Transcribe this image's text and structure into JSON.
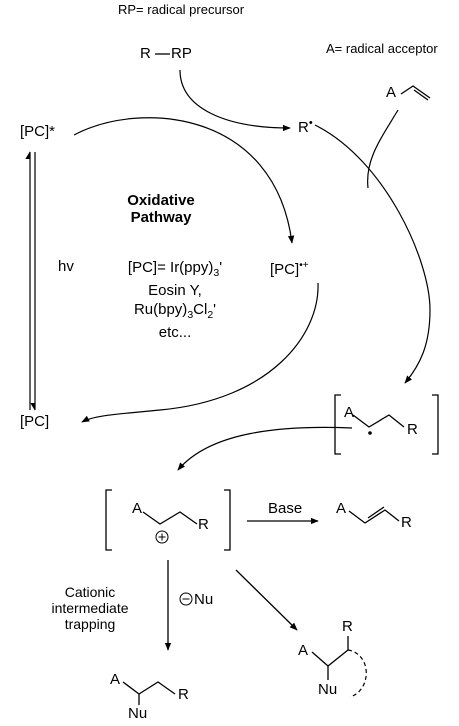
{
  "header": {
    "rp_definition": "RP= radical precursor",
    "a_definition": "A= radical acceptor"
  },
  "species": {
    "substrate": "R–RP",
    "acceptor_A": "A",
    "radical_R": "R",
    "pc_excited": "[PC]*",
    "pc_ground": "[PC]",
    "pc_oxidized": "[PC]",
    "pc_oxidized_charge": "•+",
    "radical_dot": "•"
  },
  "cycle": {
    "title_line1": "Oxidative",
    "title_line2": "Pathway",
    "hv": "hv",
    "catalysts_line1": "[PC]= Ir(ppy)",
    "catalysts_line1_sub": "3",
    "catalysts_line1_tail": "'",
    "catalysts_line2": "Eosin Y,",
    "catalysts_line3": "Ru(bpy)",
    "catalysts_line3_sub1": "3",
    "catalysts_line3_mid": "Cl",
    "catalysts_line3_sub2": "2",
    "catalysts_line3_tail": "'",
    "catalysts_line4": "etc..."
  },
  "radical_adduct": {
    "A": "A",
    "R": "R"
  },
  "cation": {
    "A": "A",
    "R": "R",
    "charge": "+"
  },
  "elimination": {
    "base_label": "Base",
    "A": "A",
    "R": "R"
  },
  "trapping": {
    "label_line1": "Cationic",
    "label_line2": "intermediate",
    "label_line3": "trapping",
    "nucleophile": "Nu",
    "nucleophile_charge": "−"
  },
  "product_trap": {
    "A": "A",
    "R": "R",
    "Nu": "Nu"
  },
  "product_cyclic": {
    "A": "A",
    "R": "R",
    "Nu": "Nu"
  }
}
